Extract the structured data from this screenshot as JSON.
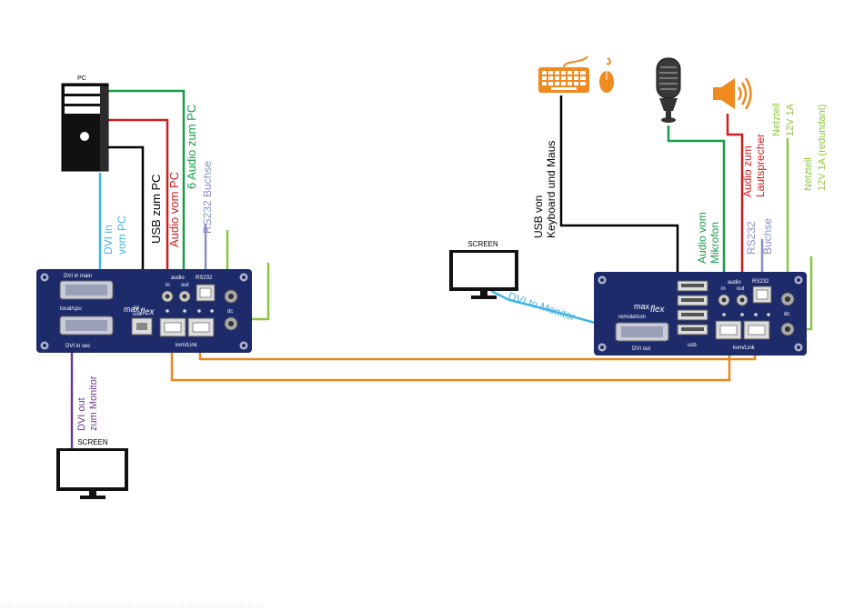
{
  "colors": {
    "box": "#1e2b6b",
    "black_cable": "#000000",
    "green_cable": "#1a9b4a",
    "red_cable": "#cc1f1f",
    "blue_cable": "#41b4e6",
    "purple_cable": "#6a3a8c",
    "orange_cable": "#e8871e",
    "rs232_cable": "#8a8ec8",
    "power_cable": "#8cc63f",
    "icon_orange": "#f08a1e"
  },
  "labels": {
    "pc": "PC",
    "screen_left": "SCREEN",
    "screen_mid": "SCREEN",
    "dvi_in_vom_pc_1": "DVI in",
    "dvi_in_vom_pc_2": "vom PC",
    "usb_zum_pc": "USB zum PC",
    "audio_vom_pc": "Audio vom  PC",
    "audio_zum_pc": "6 Audio zum PC",
    "rs232_buchse_left": "RS232 Buchse",
    "dvi_out_1": "DVI out",
    "dvi_out_2": "zum Monitor",
    "dvi_to_monitor": "DVI to Monitor",
    "usb_keyboard_1": "USB von",
    "usb_keyboard_2": "Keyboard und Maus",
    "audio_mikrofon_1": "Audio vom",
    "audio_mikrofon_2": "Mikrofon",
    "audio_lautsprecher_1": "Audio zum",
    "audio_lautsprecher_2": "Lautsprecher",
    "rs232_right_1": "RS232",
    "rs232_right_2": "Buchse",
    "netzteil_1a": "Netzteil",
    "netzteil_1b": "12V 1A",
    "netzteil_2a": "Netzteil",
    "netzteil_2b": "12V 1A (redundant)"
  },
  "left_unit": {
    "dvi_in_main": "DVI in main",
    "local_cpu": "local/cpu",
    "dvi_in_sec": "DVI in sec",
    "pc_usb_1": "pc",
    "pc_usb_2": "usb",
    "audio_1": "audio",
    "audio_in": "in",
    "audio_out": "out",
    "rs232": "RS232",
    "dc": "dc",
    "kvm_link": "kvm/Link",
    "brand_1": "max",
    "brand_2": "flex"
  },
  "right_unit": {
    "remote_con": "remote/con",
    "dvi_out": "DVI out",
    "usb": "usb",
    "audio_1": "audio",
    "audio_in": "in",
    "audio_out": "out",
    "rs232": "RS232",
    "dc": "dc",
    "kvm_link": "kvm/Link",
    "brand_1": "max",
    "brand_2": "flex"
  }
}
